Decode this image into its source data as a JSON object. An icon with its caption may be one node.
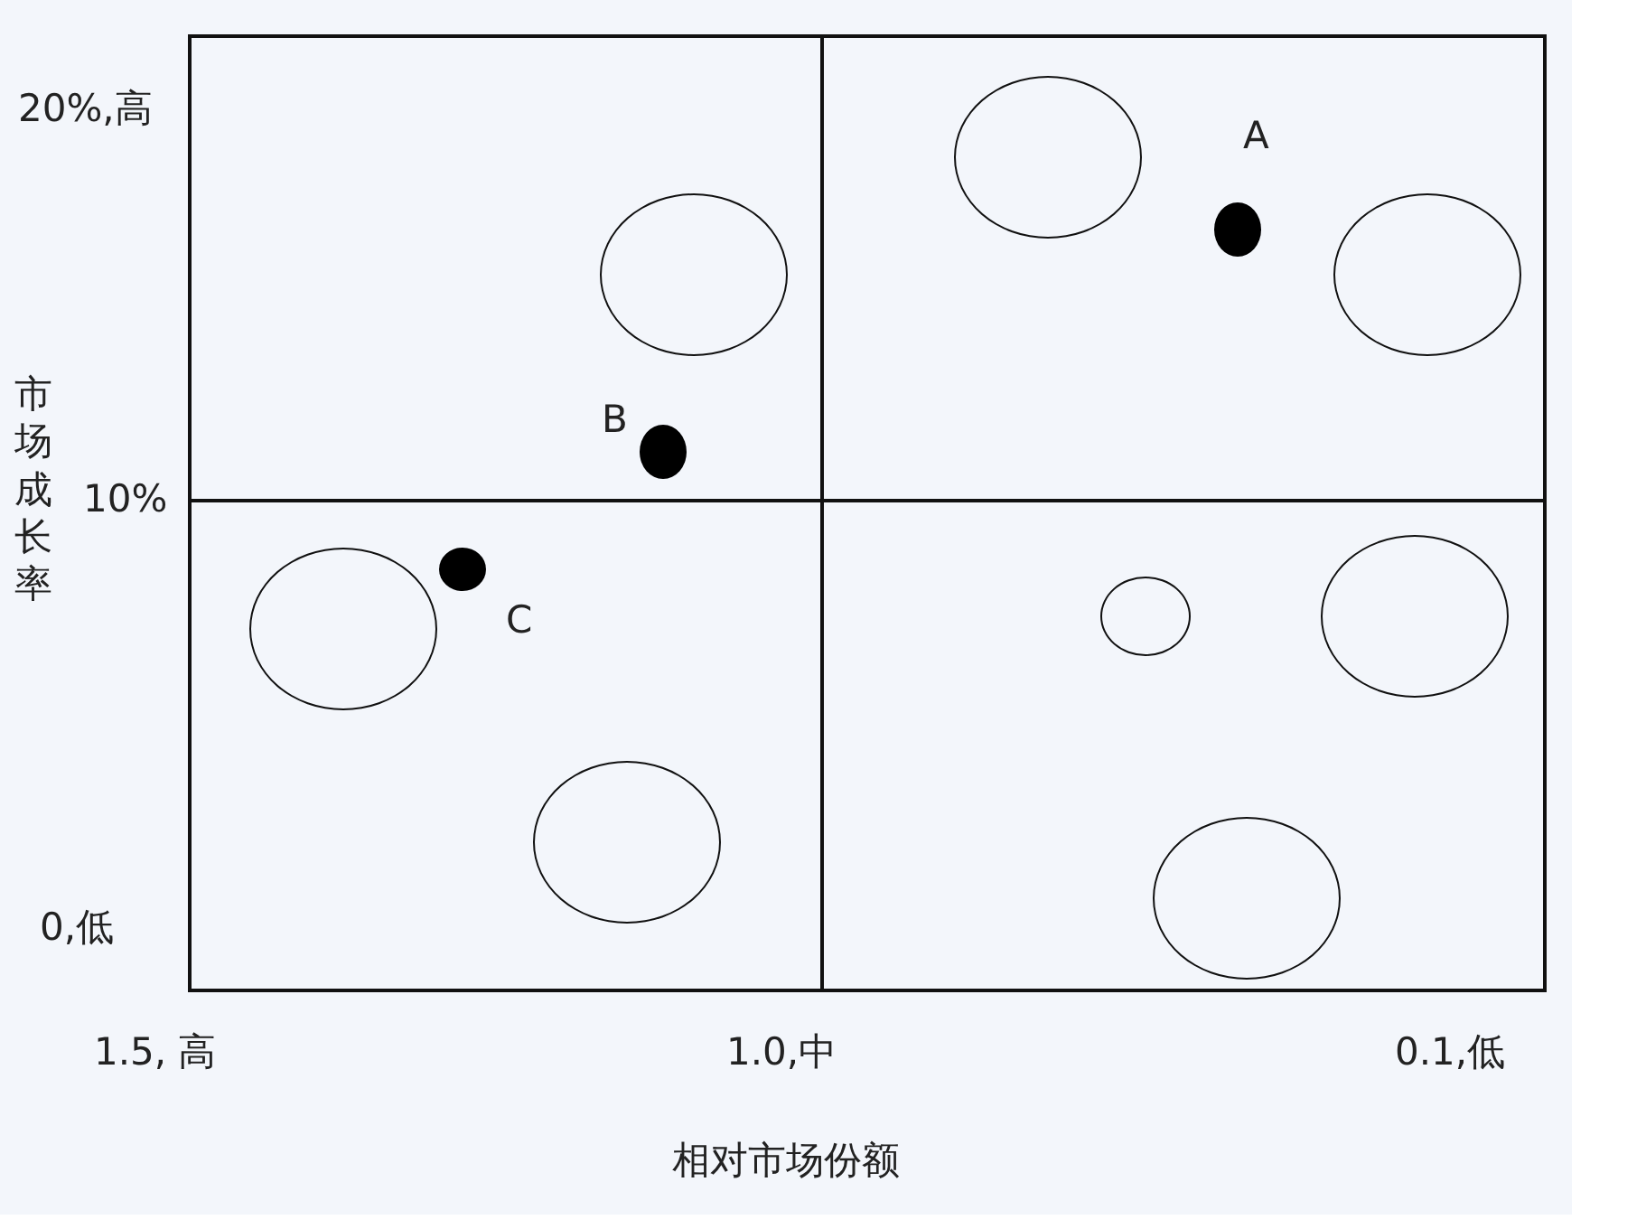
{
  "diagram": {
    "nodes": [
      {
        "text": [],
        "shape": "circle"
      },
      {
        "text": [],
        "shape": "dot",
        "beside": [
          "A"
        ]
      },
      {
        "text": [],
        "shape": "circle"
      },
      {
        "text": [],
        "shape": "circle"
      },
      {
        "text": [],
        "shape": "dot",
        "beside": [
          "B"
        ]
      },
      {
        "text": [],
        "shape": "dot",
        "beside": [
          "C"
        ]
      },
      {
        "text": [],
        "shape": "circle"
      },
      {
        "text": [],
        "shape": "circle"
      },
      {
        "text": [],
        "shape": "circle"
      },
      {
        "text": [],
        "shape": "circle"
      },
      {
        "text": [],
        "shape": "circle"
      }
    ],
    "labels": [
      "20%,高",
      "市场成长率",
      "10%",
      "0,低",
      "1.5, 高",
      "1.0,中",
      "0.1,低",
      "相对市场份额"
    ]
  }
}
